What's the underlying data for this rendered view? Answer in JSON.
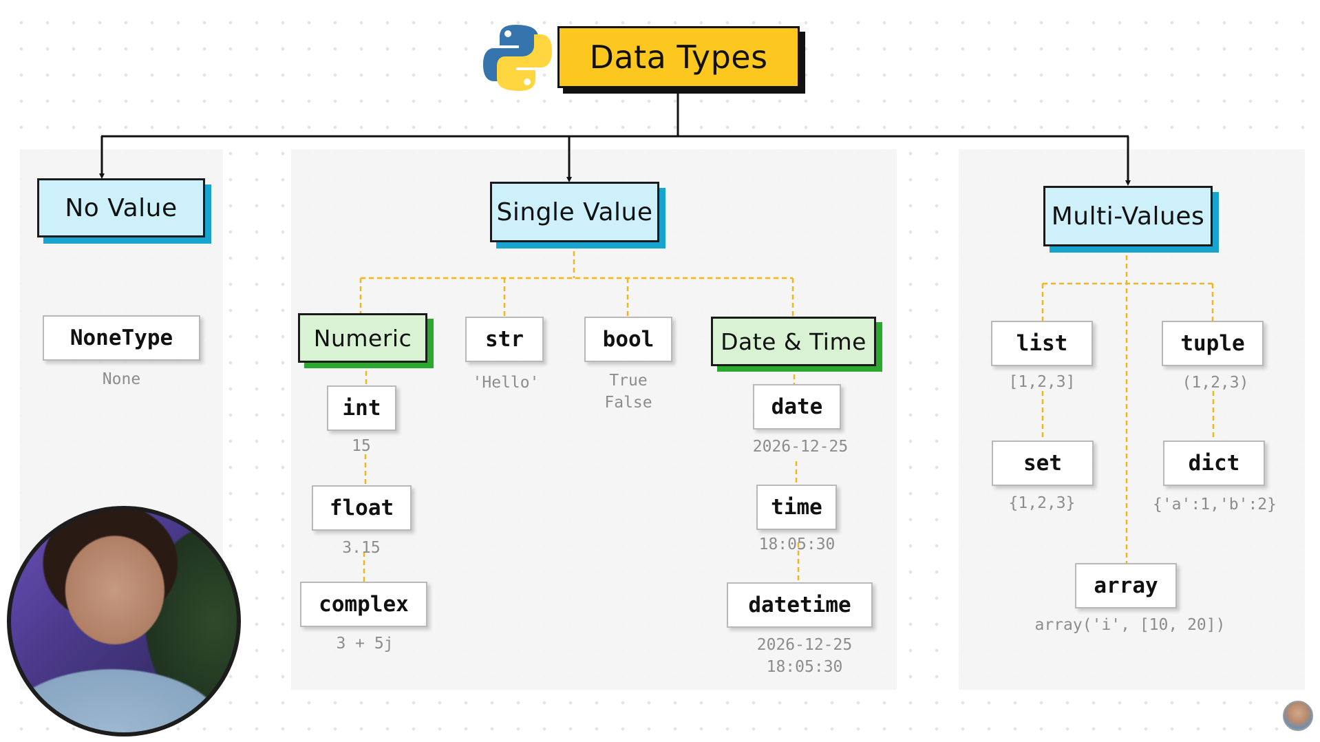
{
  "title": "Data Types",
  "categories": {
    "no_value": "No Value",
    "single_value": "Single Value",
    "multi_values": "Multi-Values"
  },
  "subcategories": {
    "numeric": "Numeric",
    "date_time": "Date & Time"
  },
  "types": {
    "nonetype": {
      "label": "NoneType",
      "example": "None"
    },
    "int": {
      "label": "int",
      "example": "15"
    },
    "float": {
      "label": "float",
      "example": "3.15"
    },
    "complex": {
      "label": "complex",
      "example": "3 + 5j"
    },
    "str": {
      "label": "str",
      "example": "'Hello'"
    },
    "bool": {
      "label": "bool",
      "example": "True\nFalse"
    },
    "date": {
      "label": "date",
      "example": "2026-12-25"
    },
    "time": {
      "label": "time",
      "example": "18:05:30"
    },
    "datetime": {
      "label": "datetime",
      "example": "2026-12-25\n18:05:30"
    },
    "list": {
      "label": "list",
      "example": "[1,2,3]"
    },
    "tuple": {
      "label": "tuple",
      "example": "(1,2,3)"
    },
    "set": {
      "label": "set",
      "example": "{1,2,3}"
    },
    "dict": {
      "label": "dict",
      "example": "{'a':1,'b':2}"
    },
    "array": {
      "label": "array",
      "example": "array('i', [10, 20])"
    }
  },
  "colors": {
    "title_fill": "#fcc820",
    "category_fill": "#cdf0fb",
    "category_shadow": "#17a4cf",
    "subcategory_fill": "#d8f2d3",
    "subcategory_shadow": "#2aa82f",
    "connector_dashed": "#f2b51c"
  }
}
